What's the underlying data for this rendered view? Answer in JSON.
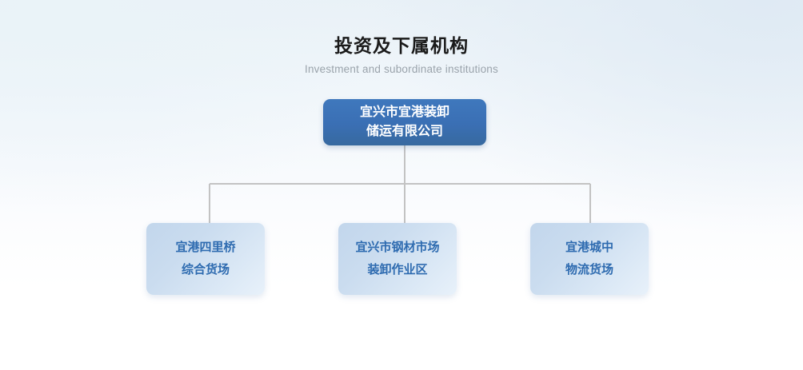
{
  "heading": {
    "title": "投资及下属机构",
    "subtitle": "Investment and subordinate institutions"
  },
  "colors": {
    "root_box": "#3a6fb4",
    "root_text": "#ffffff",
    "child_box": "#cadcef",
    "child_text": "#2e6bb0",
    "connector_line": "#c3c3c3",
    "title_text": "#1a1a1a",
    "subtitle_text": "#9aa3ab",
    "background_top": "#e9f1f7",
    "background_bottom": "#ffffff"
  },
  "org_chart": {
    "root": {
      "line1": "宜兴市宜港装卸",
      "line2": "储运有限公司"
    },
    "children": [
      {
        "line1": "宜港四里桥",
        "line2": "综合货场"
      },
      {
        "line1": "宜兴市钢材市场",
        "line2": "装卸作业区"
      },
      {
        "line1": "宜港城中",
        "line2": "物流货场"
      }
    ]
  }
}
